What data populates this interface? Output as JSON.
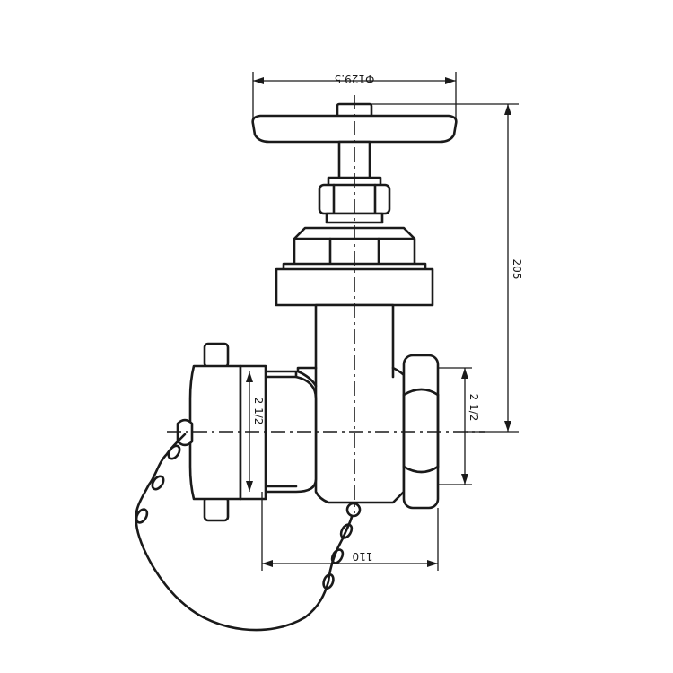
{
  "diagram": {
    "dimensions": {
      "handwheel_diameter": "Ф129.5",
      "overall_height": "205",
      "inlet_thread": "2 1/2",
      "outlet_thread": "2 1/2",
      "body_length": "110"
    }
  }
}
